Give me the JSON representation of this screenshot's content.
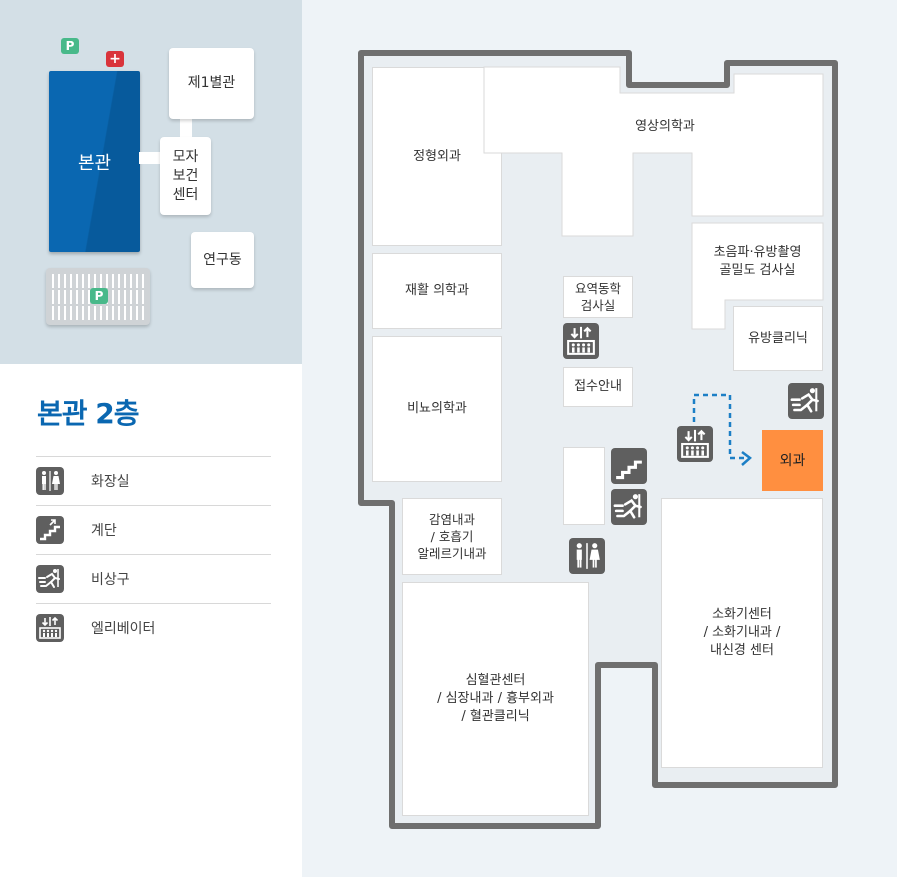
{
  "colors": {
    "brand_blue": "#0a67b1",
    "highlight_orange": "#ff8f40",
    "icon_gray": "#5f5f5f",
    "wall_gray": "#6f6f6f",
    "route_blue": "#1c7fc6",
    "parking_green": "#48b98a",
    "hospital_red": "#d9343b"
  },
  "minimap": {
    "main_building": "본관",
    "annex1": "제1별관",
    "maternal": "모자\n보건\n센터",
    "research": "연구동",
    "parking_label": "P",
    "hospital_mark": "+"
  },
  "legend": {
    "floor_title": "본관 2층",
    "items": [
      {
        "icon": "restroom-icon",
        "label": "화장실"
      },
      {
        "icon": "stairs-icon",
        "label": "계단"
      },
      {
        "icon": "emergency-exit-icon",
        "label": "비상구"
      },
      {
        "icon": "elevator-icon",
        "label": "엘리베이터"
      }
    ]
  },
  "rooms": {
    "orthopedics": "정형외과",
    "radiology": "영상의학과",
    "rehab": "재활 의학과",
    "urodynamics": "요역동학\n검사실",
    "ultrasound": "초음파·유방촬영\n골밀도 검사실",
    "breast_clinic": "유방클리닉",
    "urology": "비뇨의학과",
    "reception": "접수안내",
    "surgery": "외과",
    "infection": "감염내과\n/ 호흡기\n알레르기내과",
    "digestive": "소화기센터\n/ 소화기내과 /\n내신경 센터",
    "cardio": "심혈관센터\n/ 심장내과 / 흉부외과\n/ 혈관클리닉"
  }
}
